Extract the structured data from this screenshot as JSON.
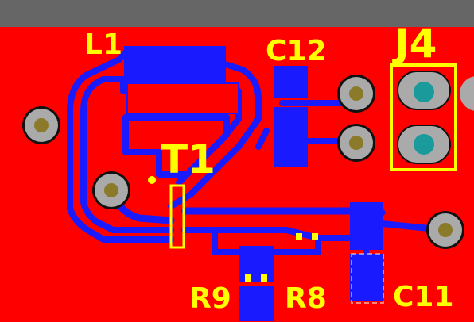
{
  "labels": {
    "L1": "L1",
    "C12": "C12",
    "J4": "J4",
    "T1": "T1",
    "R9": "R9",
    "R8": "R8",
    "C11": "C11"
  },
  "colors": {
    "board": "#ff0000",
    "copper": "#1a1aff",
    "silkscreen": "#ffff00",
    "pad": "#aaaaaa",
    "drill": "#8b7a2a",
    "j4_drill": "#1a9a9a",
    "frame": "#666666"
  }
}
